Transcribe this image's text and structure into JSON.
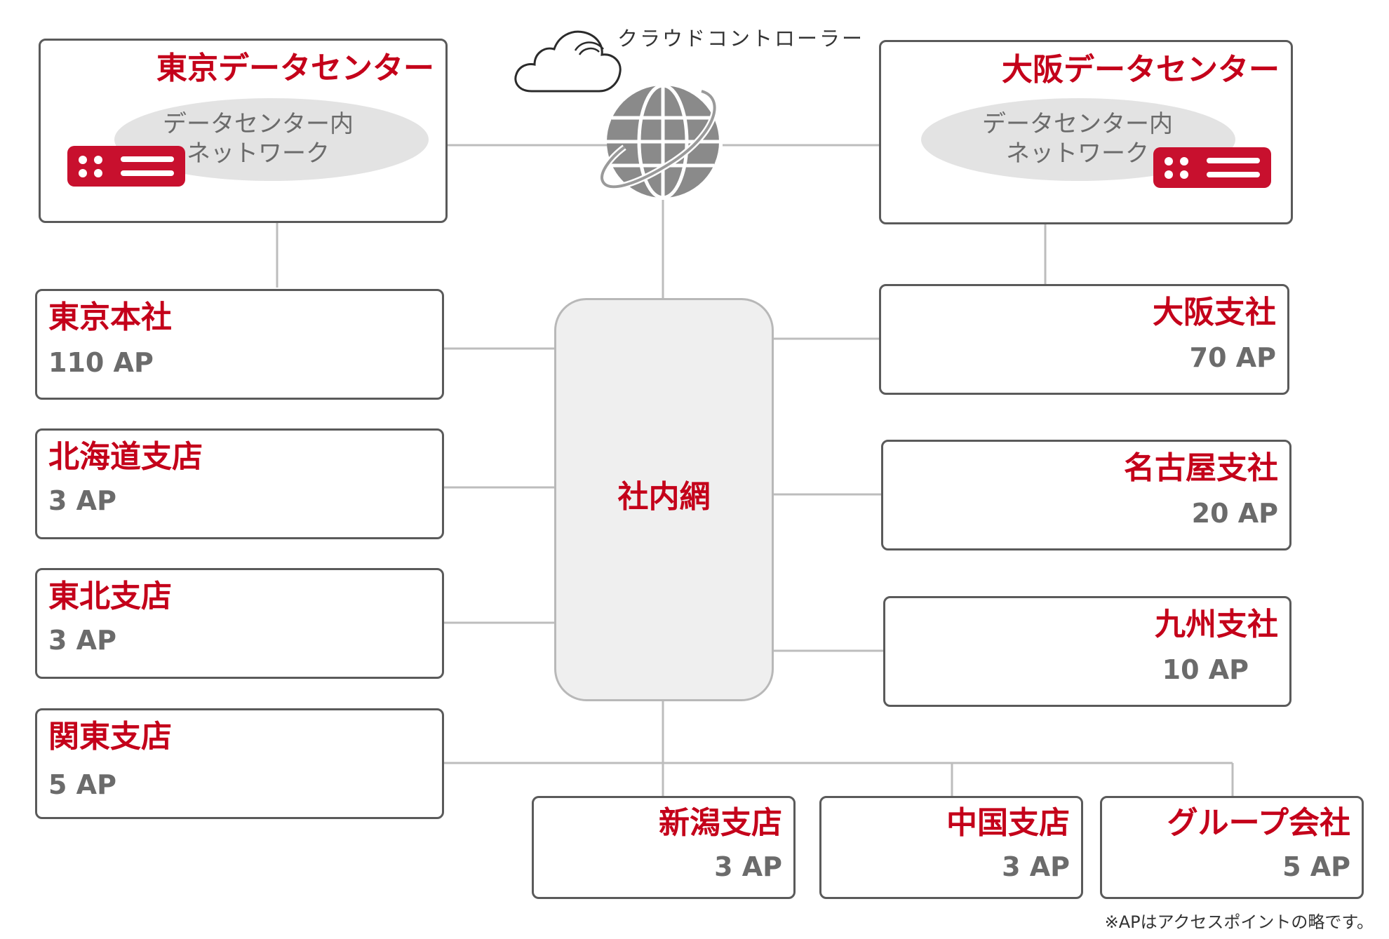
{
  "cloud": {
    "label": "クラウドコントローラー"
  },
  "datacenters": {
    "tokyo": {
      "title": "東京データセンター",
      "network_line1": "データセンター内",
      "network_line2": "ネットワーク"
    },
    "osaka": {
      "title": "大阪データセンター",
      "network_line1": "データセンター内",
      "network_line2": "ネットワーク"
    }
  },
  "corporate_network": {
    "label": "社内網"
  },
  "sites": {
    "tokyo_hq": {
      "name": "東京本社",
      "aps": "110 AP"
    },
    "hokkaido": {
      "name": "北海道支店",
      "aps": "3 AP"
    },
    "tohoku": {
      "name": "東北支店",
      "aps": "3 AP"
    },
    "kanto": {
      "name": "関東支店",
      "aps": "5 AP"
    },
    "osaka": {
      "name": "大阪支社",
      "aps": "70 AP"
    },
    "nagoya": {
      "name": "名古屋支社",
      "aps": "20 AP"
    },
    "kyushu": {
      "name": "九州支社",
      "aps": "10 AP"
    },
    "niigata": {
      "name": "新潟支店",
      "aps": "3 AP"
    },
    "chugoku": {
      "name": "中国支店",
      "aps": "3 AP"
    },
    "group": {
      "name": "グループ会社",
      "aps": "5 AP"
    }
  },
  "footnote": "※APはアクセスポイントの略です。",
  "colors": {
    "accent": "#c4001a",
    "server": "#c8102e",
    "line": "#bdbdbd",
    "border": "#5a5a5a",
    "globe": "#8a8a8a"
  }
}
